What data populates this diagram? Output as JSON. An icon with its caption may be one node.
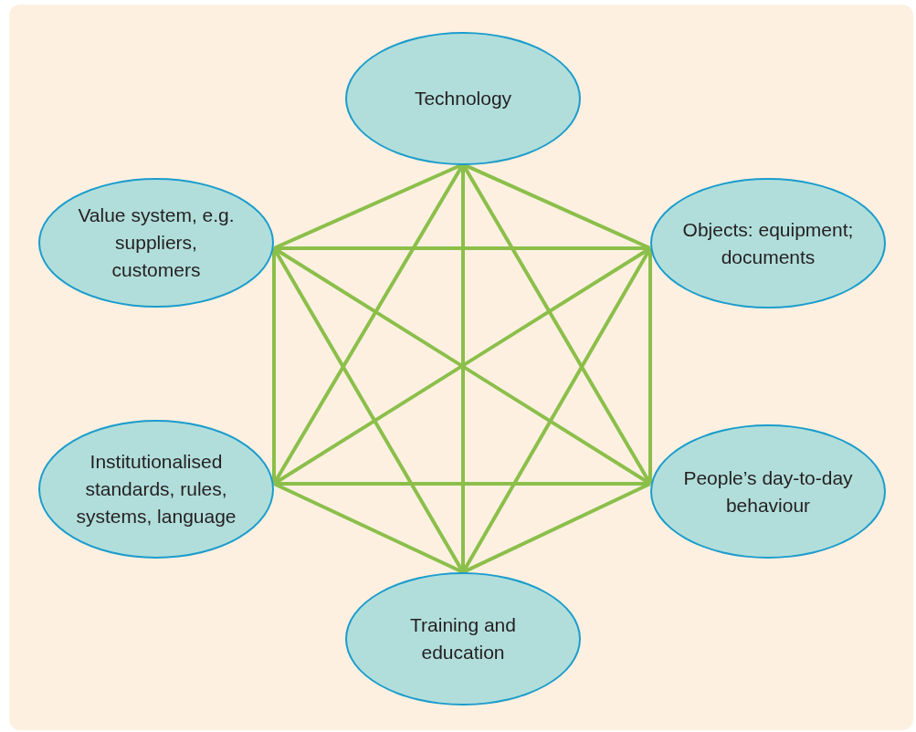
{
  "diagram": {
    "nodes": [
      {
        "text": [
          "Technology"
        ]
      },
      {
        "text": [
          "Value system, e.g. suppliers, customers"
        ]
      },
      {
        "text": [
          "Objects: equipment; documents"
        ]
      },
      {
        "text": [
          "Institutionalised standards, rules, systems, language"
        ]
      },
      {
        "text": [
          "People’s day-to-day behaviour"
        ]
      },
      {
        "text": [
          "Training and education"
        ]
      }
    ],
    "edges": [
      {
        "from": 0,
        "to": 1,
        "arrow": "none"
      },
      {
        "from": 0,
        "to": 2,
        "arrow": "none"
      },
      {
        "from": 0,
        "to": 3,
        "arrow": "none"
      },
      {
        "from": 0,
        "to": 4,
        "arrow": "none"
      },
      {
        "from": 0,
        "to": 5,
        "arrow": "none"
      },
      {
        "from": 1,
        "to": 2,
        "arrow": "none"
      },
      {
        "from": 1,
        "to": 3,
        "arrow": "none"
      },
      {
        "from": 1,
        "to": 4,
        "arrow": "none"
      },
      {
        "from": 1,
        "to": 5,
        "arrow": "none"
      },
      {
        "from": 2,
        "to": 3,
        "arrow": "none"
      },
      {
        "from": 2,
        "to": 4,
        "arrow": "none"
      },
      {
        "from": 2,
        "to": 5,
        "arrow": "none"
      },
      {
        "from": 3,
        "to": 4,
        "arrow": "none"
      },
      {
        "from": 3,
        "to": 5,
        "arrow": "none"
      },
      {
        "from": 4,
        "to": 5,
        "arrow": "none"
      }
    ]
  }
}
